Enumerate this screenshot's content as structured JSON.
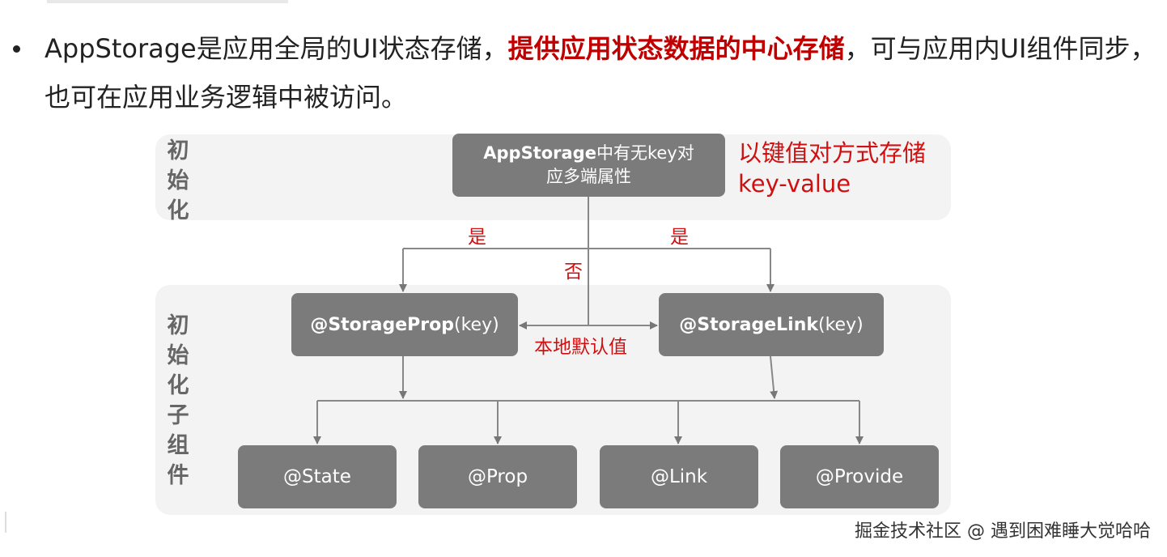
{
  "bullet": {
    "text_before": "AppStorage是应用全局的UI状态存储，",
    "text_highlight": "提供应用状态数据的中心存储",
    "text_after": "，可与应用内UI组件同步，也可在应用业务逻辑中被访问。"
  },
  "diagram": {
    "band_init_label": "初始化",
    "band_child_label": "初始化子组件",
    "appstorage_node": {
      "bold": "AppStorage",
      "line1_rest": "中有无key对",
      "line2": "应多端属性"
    },
    "storage_note": {
      "line1": "以键值对方式存储",
      "line2": "key-value"
    },
    "edge_yes_left": "是",
    "edge_yes_right": "是",
    "edge_no": "否",
    "local_default": "本地默认值",
    "storageprop_node": {
      "bold": "@StorageProp",
      "rest": "(key)"
    },
    "storagelink_node": {
      "bold": "@StorageLink",
      "rest": "(key)"
    },
    "children": [
      "@State",
      "@Prop",
      "@Link",
      "@Provide"
    ]
  },
  "watermark": "掘金技术社区 @ 遇到困难睡大觉哈哈",
  "colors": {
    "node_bg": "#7b7b7b",
    "band_bg": "#f3f3f3",
    "accent_red": "#d01010",
    "highlight_red": "#c00000"
  }
}
